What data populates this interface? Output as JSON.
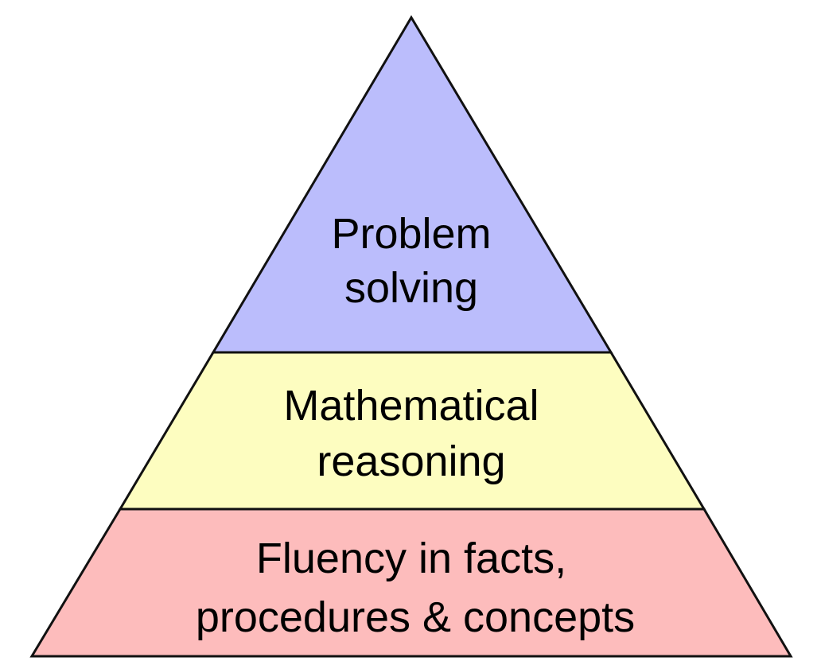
{
  "diagram": {
    "type": "pyramid",
    "tiers": [
      {
        "id": "top",
        "label_lines": [
          "Problem",
          "solving"
        ],
        "fill": "#bbbdfc"
      },
      {
        "id": "middle",
        "label_lines": [
          "Mathematical",
          "reasoning"
        ],
        "fill": "#fdfdc0"
      },
      {
        "id": "bottom",
        "label_lines": [
          "Fluency in facts,",
          "procedures & concepts"
        ],
        "fill": "#fdbcbc"
      }
    ]
  }
}
